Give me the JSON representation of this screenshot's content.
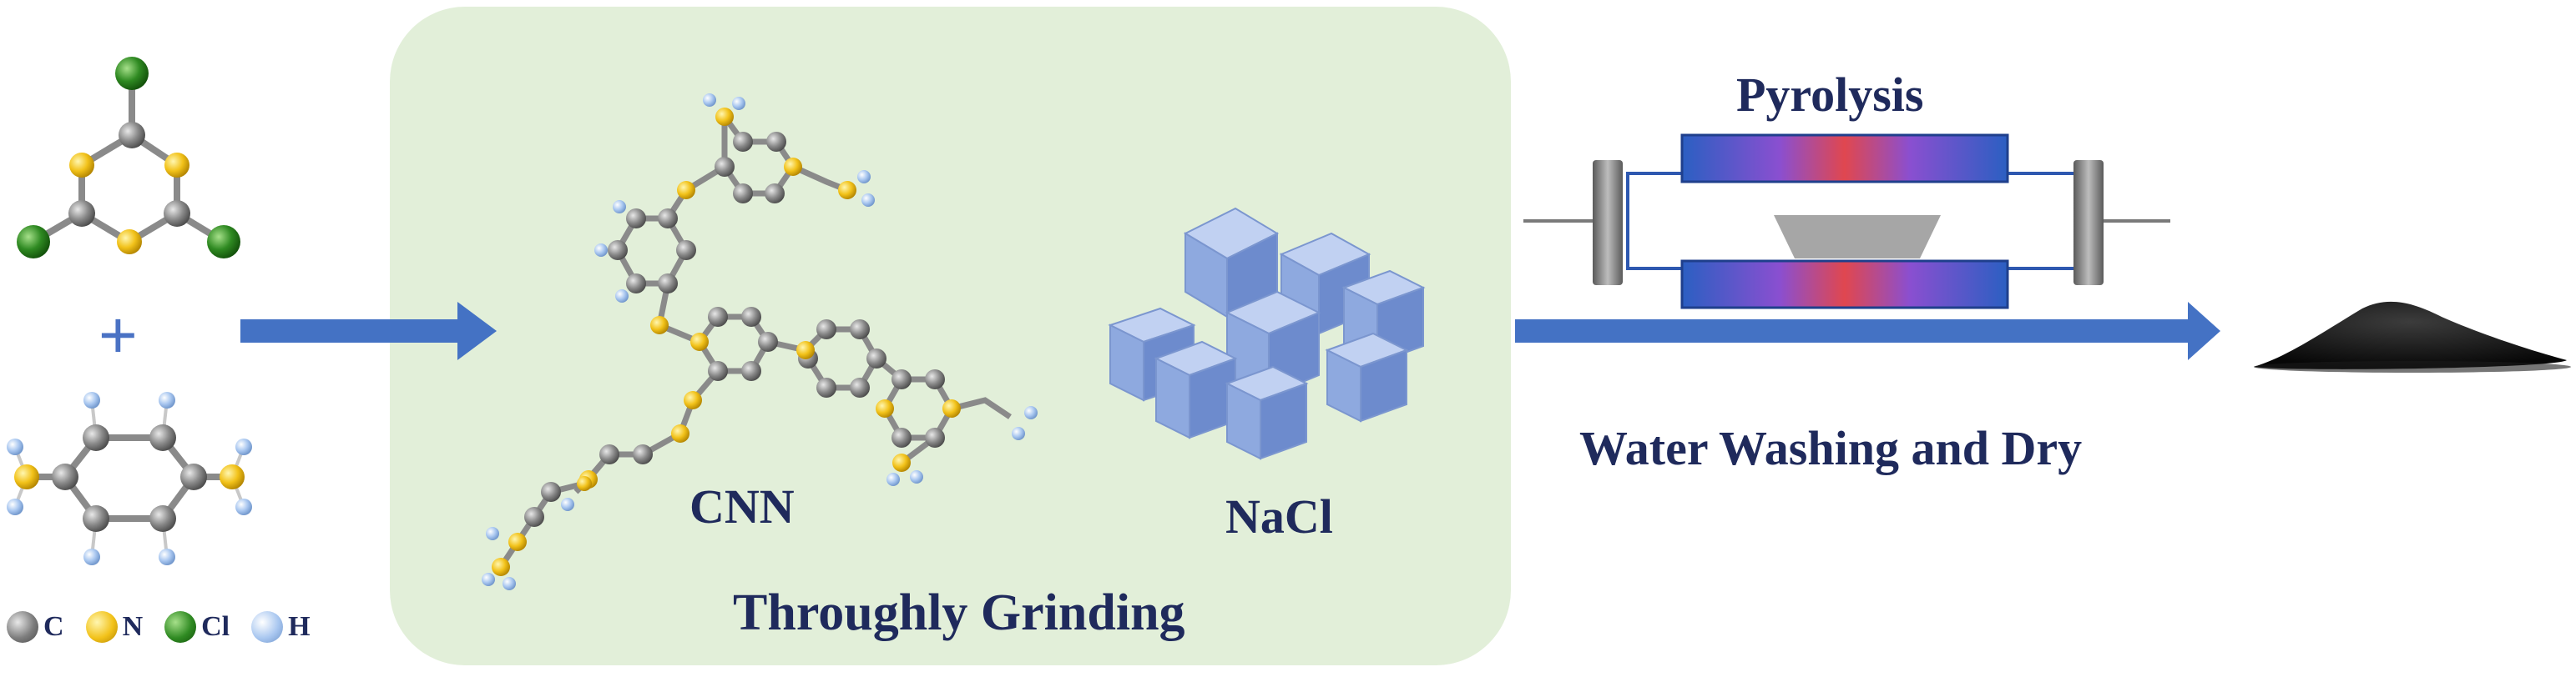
{
  "diagram": {
    "steps": {
      "cnn_label": "CNN",
      "nacl_label": "NaCl",
      "grinding_label": "Throughly Grinding",
      "pyrolysis_label": "Pyrolysis",
      "washing_label": "Water Washing and Dry"
    },
    "plus_sign": "+",
    "legend": [
      {
        "symbol": "C",
        "color": "#7d7d7d"
      },
      {
        "symbol": "N",
        "color": "#f2c21a"
      },
      {
        "symbol": "Cl",
        "color": "#2f8a22"
      },
      {
        "symbol": "H",
        "color": "#a9c7f0"
      }
    ],
    "colors": {
      "grinding_box": "#e2efd9",
      "arrow": "#4472c4",
      "carbon": "#7d7d7d",
      "nitrogen": "#f2c21a",
      "chlorine": "#2f8a22",
      "hydrogen": "#a9c7f0",
      "nacl_cube": "#92aee4",
      "label": "#1f2a5c"
    }
  }
}
